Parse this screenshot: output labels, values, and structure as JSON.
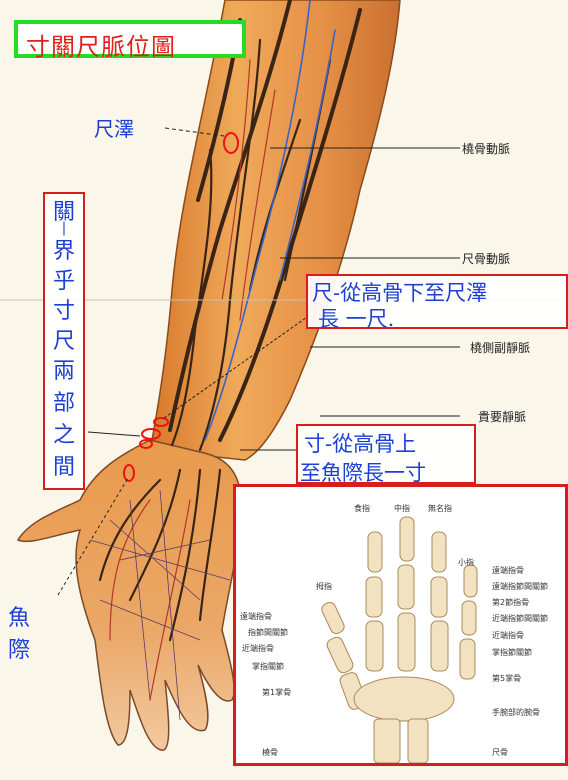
{
  "title": "寸關尺脈位圖",
  "point_labels": {
    "chize": "尺澤",
    "yuji_line1": "魚",
    "yuji_line2": "際"
  },
  "guan_box": {
    "chars": [
      "關",
      "|",
      "界",
      "乎",
      "寸",
      "尺",
      "兩",
      "部",
      "之",
      "間"
    ]
  },
  "chi_box": {
    "line1": "尺-從高骨下至尺澤",
    "line2": "長 一尺."
  },
  "cun_box": {
    "line1": "寸-從高骨上",
    "line2": "至魚際長一寸"
  },
  "anatomy_labels": {
    "radial_artery": "橈骨動脈",
    "ulnar_artery": "尺骨動脈",
    "cephalic_vein": "橈側副靜脈",
    "basilic_vein": "貴要靜脈"
  },
  "hand_inset": {
    "top_labels": [
      "食指",
      "中指",
      "無名指"
    ],
    "thumb_label": "拇指",
    "pinky_label": "小指",
    "left_labels": [
      "遠端指骨",
      "指節間關節",
      "近端指骨",
      "掌指關節",
      "第1掌骨",
      "橈骨"
    ],
    "right_labels": [
      "遠端指骨",
      "遠端指節間關節",
      "第2節指骨",
      "近端指節間關節",
      "近端指骨",
      "掌指節關節",
      "第5掌骨",
      "手腕部的腕骨",
      "尺骨"
    ]
  },
  "colors": {
    "title_border": "#22dd22",
    "title_text": "#e0201e",
    "annotation_text": "#1d3fd6",
    "annotation_box": "#d91c1c",
    "skin": "#e8953f",
    "vein": "#3a2416"
  }
}
